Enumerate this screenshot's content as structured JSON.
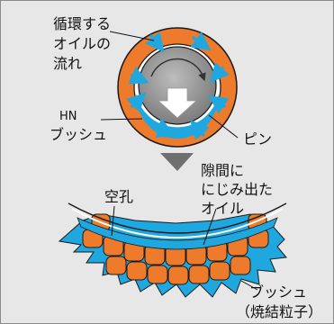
{
  "labels": {
    "oil_flow": [
      "循環する",
      "オイルの",
      "流れ"
    ],
    "hn_bush": [
      "HN",
      "ブッシュ"
    ],
    "pin": "ピン",
    "oozed_oil": [
      "隙間に",
      "にじみ出た",
      "オイル"
    ],
    "pore": "空孔",
    "bush_sintered": [
      "ブッシュ",
      "（焼結粒子）"
    ]
  },
  "colors": {
    "background": "#e7e7e7",
    "bush_orange": "#ee7b2c",
    "oil_blue": "#1fa7df",
    "pin_gray": "#8e8e8e",
    "arrow_white": "#ffffff",
    "down_arrow_gray": "#6f6f6f"
  },
  "icons": {
    "flow_arrows": "curved-arrow-icon",
    "load_arrow": "down-arrow-icon",
    "transition_arrow": "down-arrow-icon"
  }
}
